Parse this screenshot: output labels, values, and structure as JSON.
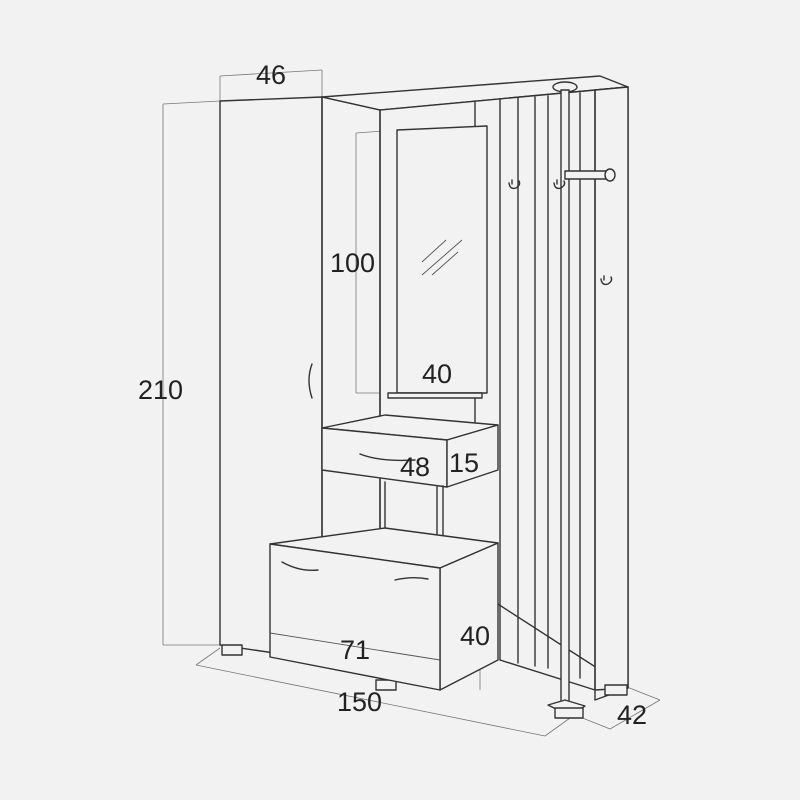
{
  "drawing": {
    "background": "#f2f2f2",
    "line_color": "#333333",
    "dimensions": {
      "door_width": "46",
      "total_height": "210",
      "mirror_height": "100",
      "mirror_width": "40",
      "drawer_depth": "48",
      "drawer_height": "15",
      "bench_width": "71",
      "bench_height": "40",
      "total_width": "150",
      "total_depth": "42"
    }
  }
}
